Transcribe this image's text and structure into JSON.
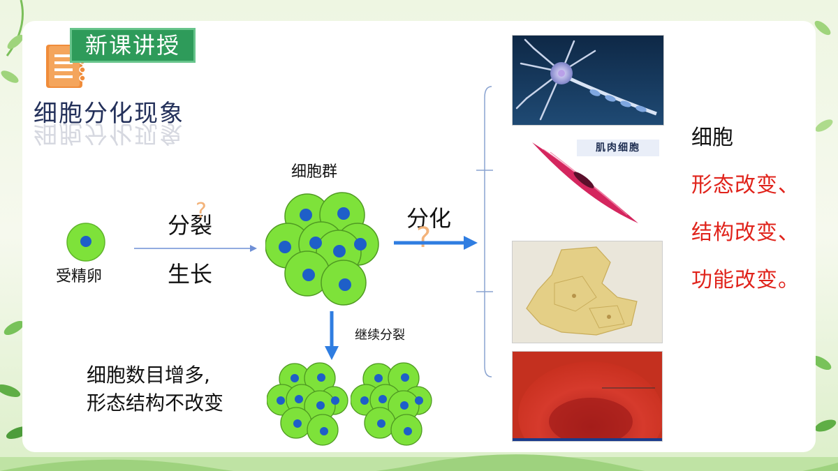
{
  "header": {
    "badge_text": "新课讲授",
    "icon": "notebook-icon"
  },
  "title": "细胞分化现象",
  "labels": {
    "fertilized_egg": "受精卵",
    "divide": "分裂",
    "grow": "生长",
    "cell_group": "细胞群",
    "differentiate": "分化",
    "question_mark": "?",
    "continue_divide": "继续分裂",
    "result_line1": "细胞数目增多,",
    "result_line2": "形态结构不改变",
    "muscle_cell_tag": "肌肉细胞"
  },
  "conclusion": {
    "subject": "细胞",
    "lines": [
      "形态改变、",
      "结构改变、",
      "功能改变。"
    ]
  },
  "colors": {
    "badge_green": "#2e9b5a",
    "cell_green": "#7ee23a",
    "nucleus_blue": "#1e5fc8",
    "arrow_blue": "#2f7de1",
    "accent_red": "#e0231b",
    "title_navy": "#23305a"
  }
}
